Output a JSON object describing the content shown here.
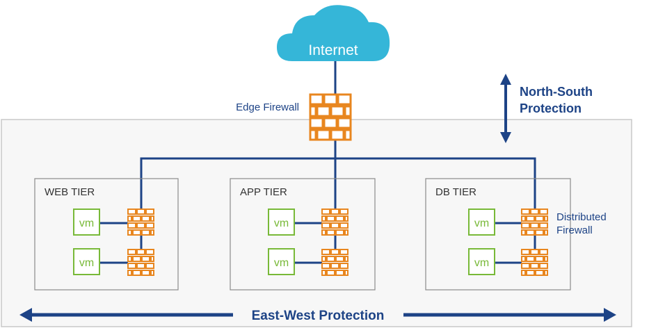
{
  "cloud": {
    "label": "Internet",
    "icon": "cloud-icon"
  },
  "edge_firewall": {
    "label": "Edge Firewall",
    "icon": "brick-firewall-icon"
  },
  "north_south": {
    "line1": "North-South",
    "line2": "Protection",
    "icon": "vertical-double-arrow-icon"
  },
  "east_west": {
    "label": "East-West Protection",
    "icon": "horizontal-double-arrow-icon"
  },
  "distributed_firewall": {
    "line1": "Distributed",
    "line2": "Firewall"
  },
  "tiers": [
    {
      "name": "WEB TIER",
      "vms": [
        "vm",
        "vm"
      ]
    },
    {
      "name": "APP TIER",
      "vms": [
        "vm",
        "vm"
      ]
    },
    {
      "name": "DB TIER",
      "vms": [
        "vm",
        "vm"
      ]
    }
  ],
  "colors": {
    "cloud": "#35b6d8",
    "navy": "#1d4386",
    "firewall": "#e8861f",
    "vm": "#78b938",
    "panel_bg": "#f7f7f7",
    "panel_border": "#c9c9c9",
    "tier_border": "#8a8a8a",
    "text": "#333333"
  }
}
